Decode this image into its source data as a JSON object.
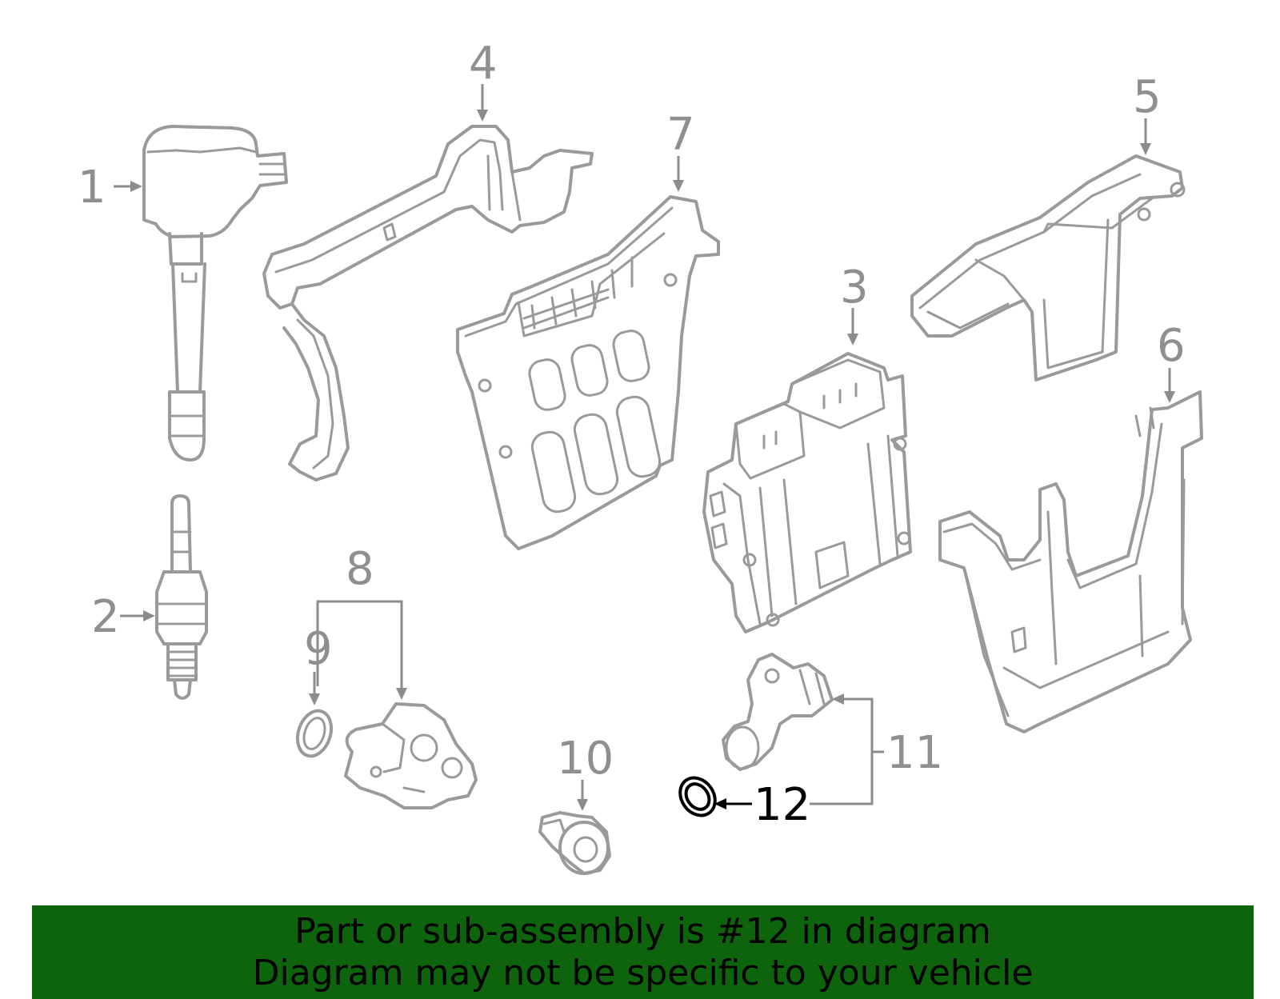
{
  "diagram": {
    "callouts": {
      "c1": "1",
      "c2": "2",
      "c3": "3",
      "c4": "4",
      "c5": "5",
      "c6": "6",
      "c7": "7",
      "c8": "8",
      "c9": "9",
      "c10": "10",
      "c11": "11",
      "c12": "12"
    },
    "highlighted_part": "12",
    "highlight_color": "#000000",
    "part_color": "#9a9a9a"
  },
  "banner": {
    "line1": "Part or sub-assembly is #12 in diagram",
    "line2": "Diagram may not be specific to your vehicle",
    "background": "#0d640d"
  }
}
